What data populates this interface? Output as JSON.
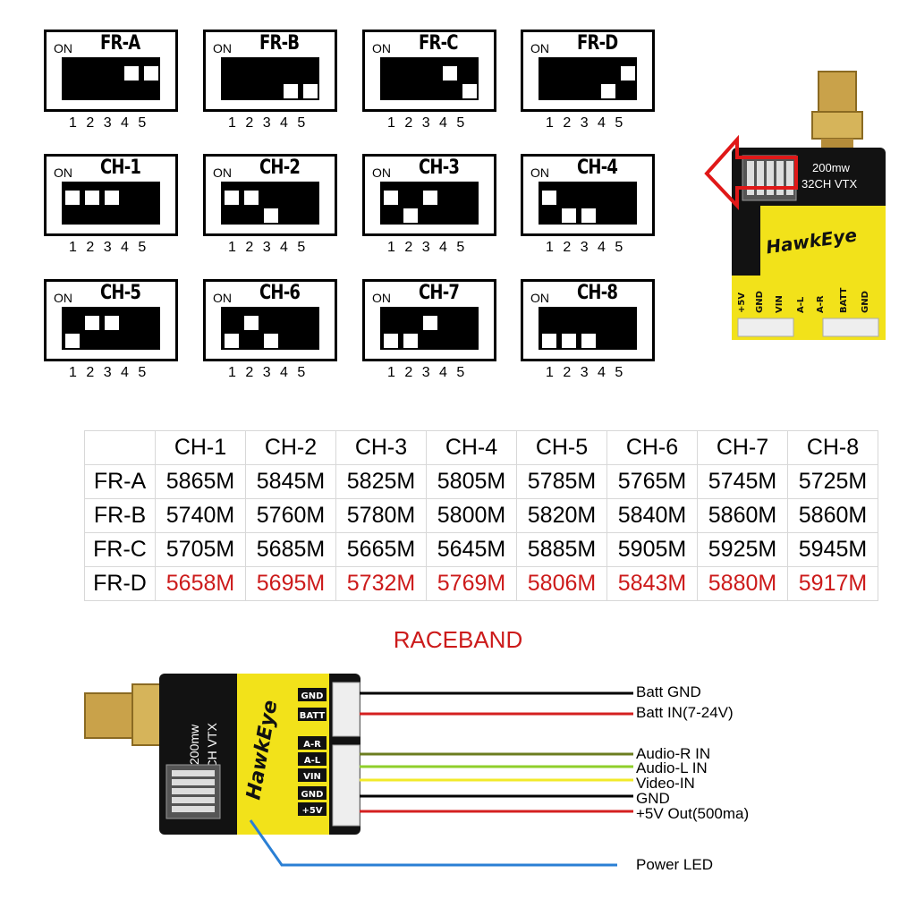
{
  "dip_switches": [
    {
      "title": "FR-A",
      "on_label": "ON",
      "numbers": "1 2 3 4 5",
      "white": [
        [
          4,
          "up"
        ],
        [
          5,
          "up"
        ]
      ]
    },
    {
      "title": "FR-B",
      "on_label": "ON",
      "numbers": "1 2 3 4 5",
      "white": [
        [
          4,
          "down"
        ],
        [
          5,
          "down"
        ]
      ]
    },
    {
      "title": "FR-C",
      "on_label": "ON",
      "numbers": "1 2 3 4 5",
      "white": [
        [
          4,
          "up"
        ],
        [
          5,
          "down"
        ]
      ]
    },
    {
      "title": "FR-D",
      "on_label": "ON",
      "numbers": "1 2 3 4 5",
      "white": [
        [
          4,
          "down"
        ],
        [
          5,
          "up"
        ]
      ]
    },
    {
      "title": "CH-1",
      "on_label": "ON",
      "numbers": "1 2 3 4 5",
      "white": [
        [
          1,
          "up"
        ],
        [
          2,
          "up"
        ],
        [
          3,
          "up"
        ]
      ]
    },
    {
      "title": "CH-2",
      "on_label": "ON",
      "numbers": "1 2 3 4 5",
      "white": [
        [
          1,
          "up"
        ],
        [
          2,
          "up"
        ],
        [
          3,
          "down"
        ]
      ]
    },
    {
      "title": "CH-3",
      "on_label": "ON",
      "numbers": "1 2 3 4 5",
      "white": [
        [
          1,
          "up"
        ],
        [
          2,
          "down"
        ],
        [
          3,
          "up"
        ]
      ]
    },
    {
      "title": "CH-4",
      "on_label": "ON",
      "numbers": "1 2 3 4 5",
      "white": [
        [
          1,
          "up"
        ],
        [
          2,
          "down"
        ],
        [
          3,
          "down"
        ]
      ]
    },
    {
      "title": "CH-5",
      "on_label": "ON",
      "numbers": "1 2 3 4 5",
      "white": [
        [
          1,
          "down"
        ],
        [
          2,
          "up"
        ],
        [
          3,
          "up"
        ]
      ]
    },
    {
      "title": "CH-6",
      "on_label": "ON",
      "numbers": "1 2 3 4 5",
      "white": [
        [
          1,
          "down"
        ],
        [
          2,
          "up"
        ],
        [
          3,
          "down"
        ]
      ]
    },
    {
      "title": "CH-7",
      "on_label": "ON",
      "numbers": "1 2 3 4 5",
      "white": [
        [
          1,
          "down"
        ],
        [
          2,
          "down"
        ],
        [
          3,
          "up"
        ]
      ]
    },
    {
      "title": "CH-8",
      "on_label": "ON",
      "numbers": "1 2 3 4 5",
      "white": [
        [
          1,
          "down"
        ],
        [
          2,
          "down"
        ],
        [
          3,
          "down"
        ]
      ]
    }
  ],
  "table": {
    "columns": [
      "CH-1",
      "CH-2",
      "CH-3",
      "CH-4",
      "CH-5",
      "CH-6",
      "CH-7",
      "CH-8"
    ],
    "rows": [
      {
        "label": "FR-A",
        "values": [
          "5865M",
          "5845M",
          "5825M",
          "5805M",
          "5785M",
          "5765M",
          "5745M",
          "5725M"
        ],
        "highlight": false
      },
      {
        "label": "FR-B",
        "values": [
          "5740M",
          "5760M",
          "5780M",
          "5800M",
          "5820M",
          "5840M",
          "5860M",
          "5860M"
        ],
        "highlight": false
      },
      {
        "label": "FR-C",
        "values": [
          "5705M",
          "5685M",
          "5665M",
          "5645M",
          "5885M",
          "5905M",
          "5925M",
          "5945M"
        ],
        "highlight": false
      },
      {
        "label": "FR-D",
        "values": [
          "5658M",
          "5695M",
          "5732M",
          "5769M",
          "5806M",
          "5843M",
          "5880M",
          "5917M"
        ],
        "highlight": true
      }
    ]
  },
  "band_name": "RACEBAND",
  "module": {
    "power_line1": "200mw",
    "power_line2": "32CH VTX",
    "brand": "HawkEye",
    "pins_top": [
      "+5V",
      "GND",
      "VIN",
      "A-L",
      "A-R",
      "BATT",
      "GND"
    ],
    "pins_side": [
      "GND",
      "BATT",
      "A-R",
      "A-L",
      "VIN",
      "GND",
      "+5V"
    ]
  },
  "wires": [
    {
      "label": "Batt GND",
      "color": "#000000"
    },
    {
      "label": "Batt IN(7-24V)",
      "color": "#d42020"
    },
    {
      "label": "Audio-R IN",
      "color": "#6b7d1f"
    },
    {
      "label": "Audio-L IN",
      "color": "#8fcf2a"
    },
    {
      "label": "Video-IN",
      "color": "#f2ea2a"
    },
    {
      "label": "GND",
      "color": "#000000"
    },
    {
      "label": "+5V Out(500ma)",
      "color": "#d42020"
    },
    {
      "label": "Power LED",
      "color": "#2a7fd4"
    }
  ],
  "colors": {
    "accent_red": "#cc1a1a",
    "module_yellow": "#f2e21a",
    "module_black": "#111111"
  }
}
